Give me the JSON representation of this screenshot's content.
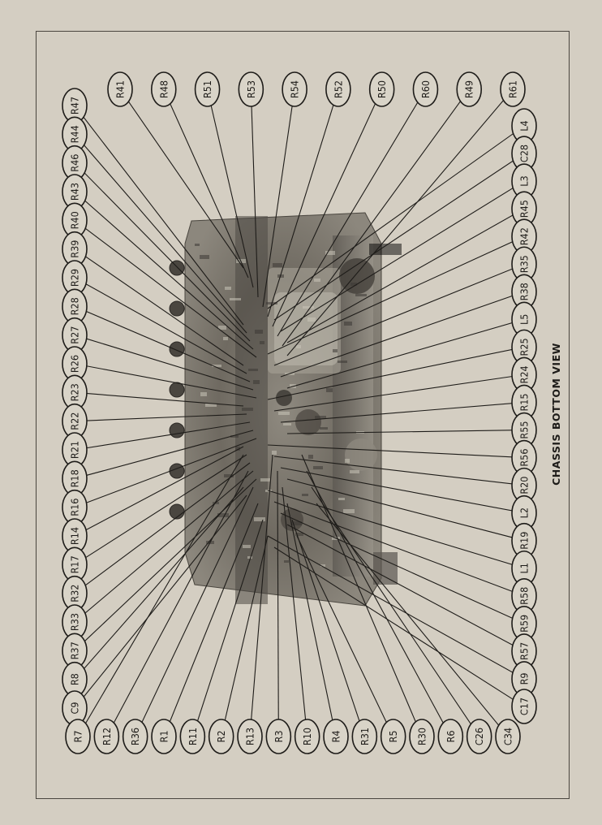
{
  "caption": "CHASSIS BOTTOM VIEW",
  "figure": {
    "description": "Photograph of radio chassis bottom view with labeled components"
  },
  "colors": {
    "paper": "#d4cec2",
    "ink": "#1e1c19"
  },
  "labels": {
    "left_column": [
      "R47",
      "R44",
      "R46",
      "R43",
      "R40",
      "R39",
      "R29",
      "R28",
      "R27",
      "R26",
      "R23",
      "R22",
      "R21",
      "R18",
      "R16",
      "R14",
      "R17",
      "R32",
      "R33",
      "R37",
      "R8",
      "C9"
    ],
    "top_row": [
      "R41",
      "R48",
      "R51",
      "R53",
      "R54",
      "R52",
      "R50",
      "R60",
      "R49",
      "R61"
    ],
    "right_column": [
      "L4",
      "C28",
      "L3",
      "R45",
      "R42",
      "R35",
      "R38",
      "L5",
      "R25",
      "R24",
      "R15",
      "R55",
      "R56",
      "R20",
      "L2",
      "R19",
      "L1",
      "R58",
      "R59",
      "R57",
      "R9",
      "C17"
    ],
    "bottom_row": [
      "R7",
      "R12",
      "R36",
      "R1",
      "R11",
      "R2",
      "R13",
      "R3",
      "R10",
      "R4",
      "R31",
      "R5",
      "R30",
      "R6",
      "C26",
      "C34"
    ]
  }
}
